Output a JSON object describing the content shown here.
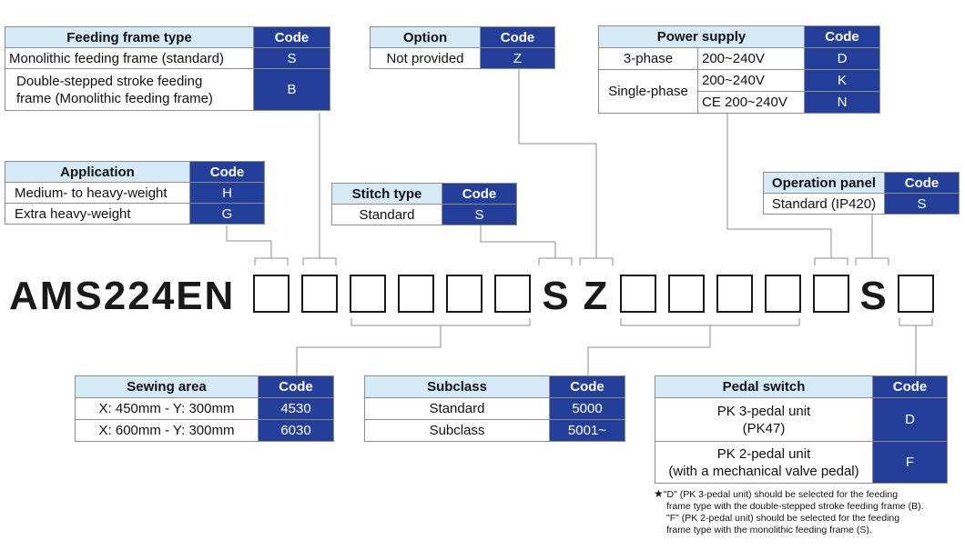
{
  "model": {
    "prefix": "AMS224EN",
    "fixed_s1": "S",
    "fixed_z": "Z",
    "fixed_s2": "S"
  },
  "feeding_frame": {
    "header": "Feeding frame type",
    "code_header": "Code",
    "rows": [
      {
        "label": "Monolithic feeding frame (standard)",
        "code": "S"
      },
      {
        "label_line1": "Double-stepped stroke feeding",
        "label_line2": "frame (Monolithic feeding frame)",
        "code": "B"
      }
    ]
  },
  "option": {
    "header": "Option",
    "code_header": "Code",
    "rows": [
      {
        "label": "Not provided",
        "code": "Z"
      }
    ]
  },
  "power_supply": {
    "header": "Power supply",
    "code_header": "Code",
    "rows": [
      {
        "phase": "3-phase",
        "voltage": "200~240V",
        "code": "D"
      },
      {
        "phase": "Single-phase",
        "voltage": "200~240V",
        "code": "K"
      },
      {
        "voltage": "CE 200~240V",
        "code": "N"
      }
    ]
  },
  "application": {
    "header": "Application",
    "code_header": "Code",
    "rows": [
      {
        "label": "Medium- to heavy-weight",
        "code": "H"
      },
      {
        "label": "Extra heavy-weight",
        "code": "G"
      }
    ]
  },
  "stitch_type": {
    "header": "Stitch type",
    "code_header": "Code",
    "rows": [
      {
        "label": "Standard",
        "code": "S"
      }
    ]
  },
  "operation_panel": {
    "header": "Operation panel",
    "code_header": "Code",
    "rows": [
      {
        "label": "Standard (IP420)",
        "code": "S"
      }
    ]
  },
  "sewing_area": {
    "header": "Sewing area",
    "code_header": "Code",
    "rows": [
      {
        "label": "X: 450mm - Y: 300mm",
        "code": "4530"
      },
      {
        "label": "X: 600mm - Y: 300mm",
        "code": "6030"
      }
    ]
  },
  "subclass": {
    "header": "Subclass",
    "code_header": "Code",
    "rows": [
      {
        "label": "Standard",
        "code": "5000"
      },
      {
        "label": "Subclass",
        "code": "5001~"
      }
    ]
  },
  "pedal_switch": {
    "header": "Pedal switch",
    "code_header": "Code",
    "rows": [
      {
        "label_line1": "PK 3-pedal unit",
        "label_line2": "(PK47)",
        "code": "D"
      },
      {
        "label_line1": "PK 2-pedal unit",
        "label_line2": "(with a mechanical valve pedal)",
        "code": "F"
      }
    ]
  },
  "note": {
    "star": "★",
    "line1": "\"D\" (PK 3-pedal unit) should be selected for the feeding",
    "line2": "frame type with the double-stepped stroke feeding frame (B).",
    "line3": "\"F\" (PK 2-pedal unit) should be selected for the feeding",
    "line4": "frame type with the monolithic feeding frame (S)."
  },
  "colors": {
    "header_bg": "#d6e9f7",
    "code_bg": "#243f9a",
    "line": "#8c8c8c"
  }
}
